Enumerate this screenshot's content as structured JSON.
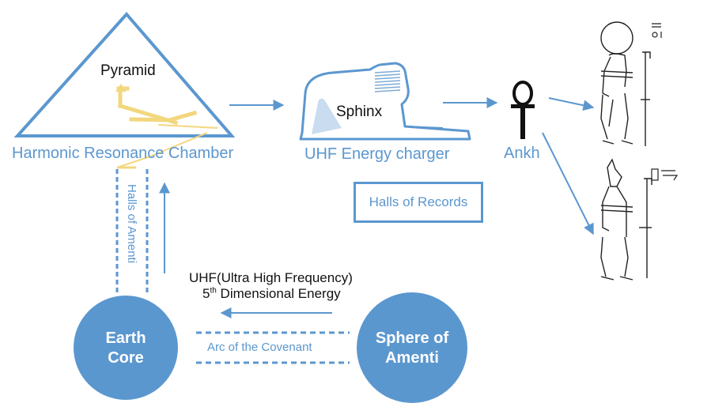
{
  "diagram": {
    "labels": {
      "pyramid": "Pyramid",
      "harmonic_chamber": "Harmonic Resonance Chamber",
      "sphinx": "Sphinx",
      "uhf_charger": "UHF Energy charger",
      "ankh": "Ankh",
      "halls_of_records": "Halls of Records",
      "halls_of_amenti": "Halls of Amenti",
      "uhf_line1": "UHF(Ultra High Frequency)",
      "uhf_line2_num": "5",
      "uhf_line2_sup": "th",
      "uhf_line2_rest": " Dimensional Energy",
      "arc_covenant": "Arc of the Covenant",
      "earth_core_line1": "Earth",
      "earth_core_line2": "Core",
      "sphere_line1": "Sphere of",
      "sphere_line2": "Amenti"
    },
    "colors": {
      "accent_blue": "#5b97cf",
      "circle_blue": "#5b97cf",
      "chamber_gold": "#f3d77e",
      "ink": "#111111"
    },
    "icons": [
      "pyramid-icon",
      "sphinx-icon",
      "ankh-icon",
      "ra-figure-icon",
      "anubis-figure-icon",
      "hieroglyph-icon"
    ]
  }
}
